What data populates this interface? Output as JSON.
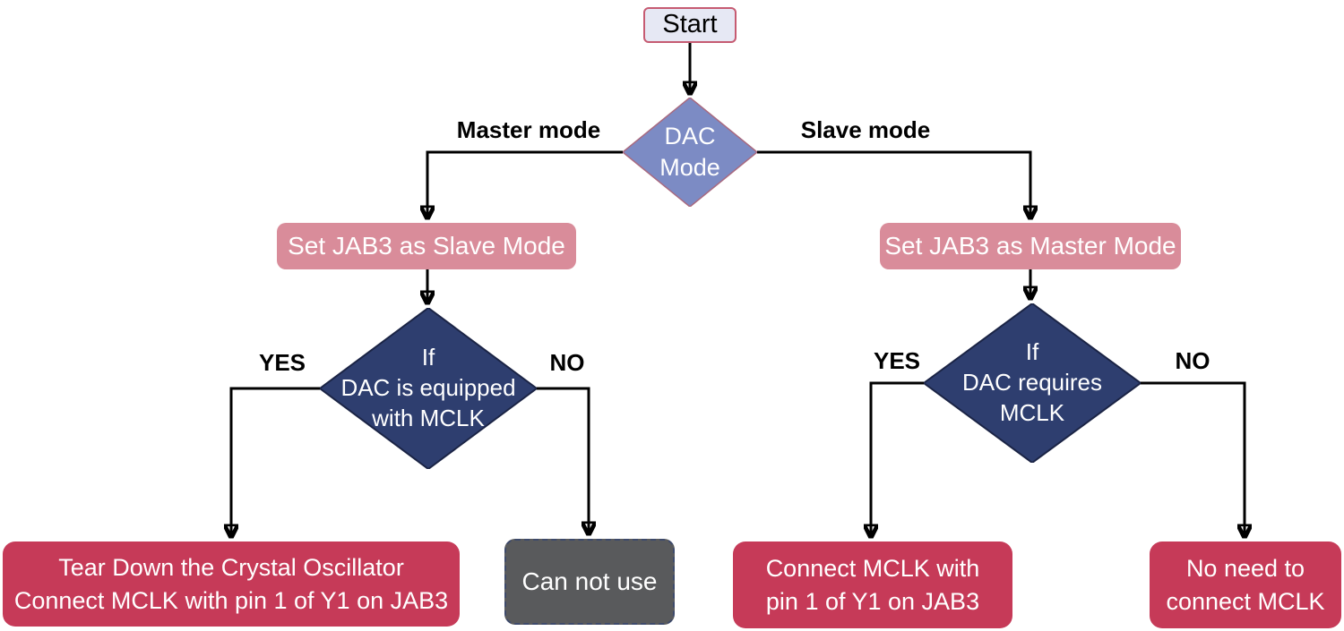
{
  "diagram": {
    "title": "DAC Mode MCLK connection flowchart",
    "colors": {
      "line": "#000000",
      "start_fill": "#E6E8F4",
      "start_border": "#C65B72",
      "decision_fill": "#7C8BC4",
      "decision_border": "#A86A80",
      "pink_fill": "#D98C9A",
      "navy_fill": "#2E3E6F",
      "navy_border": "#1B2445",
      "red_fill": "#C63A58",
      "gray_fill": "#595A5C",
      "gray_border": "#3E4A6B",
      "text_light": "#FFFFFF",
      "text_dark": "#000000",
      "bg": "#FFFFFF"
    },
    "nodes": {
      "start": {
        "label": "Start"
      },
      "dac_mode": {
        "line1": "DAC",
        "line2": "Mode"
      },
      "set_slave": {
        "label": "Set JAB3 as Slave Mode"
      },
      "set_master": {
        "label": "Set JAB3 as Master Mode"
      },
      "if_equipped": {
        "line1": "If",
        "line2": "DAC is equipped",
        "line3": "with MCLK"
      },
      "if_requires": {
        "line1": "If",
        "line2": "DAC requires",
        "line3": "MCLK"
      },
      "tear_down": {
        "line1": "Tear Down the Crystal Oscillator",
        "line2": "Connect MCLK with pin 1 of Y1 on JAB3"
      },
      "cannot_use": {
        "label": "Can not use"
      },
      "connect_mclk": {
        "line1": "Connect MCLK with",
        "line2": "pin 1 of Y1 on JAB3"
      },
      "no_need": {
        "line1": "No need to",
        "line2": "connect MCLK"
      }
    },
    "edge_labels": {
      "master_mode": "Master mode",
      "slave_mode": "Slave mode",
      "yes_left": "YES",
      "no_left": "NO",
      "yes_right": "YES",
      "no_right": "NO"
    }
  }
}
